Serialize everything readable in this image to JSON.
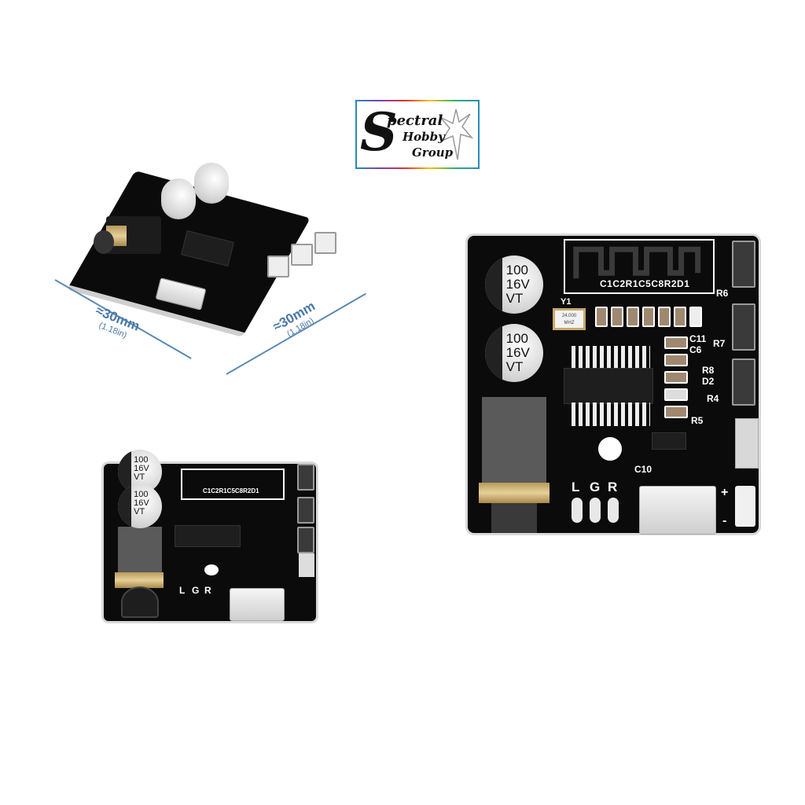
{
  "logo": {
    "initial": "S",
    "line1": "pectral",
    "line2": "Hobby",
    "line3": "Group",
    "border_colors": [
      "#2a8bb8",
      "#7a3fb0",
      "#e53030",
      "#f5c400",
      "#2fb36a"
    ]
  },
  "dimensions": {
    "width_label": "≈30mm",
    "width_sub": "(1.18in)",
    "depth_label": "≈30mm",
    "depth_sub": "(1.18in)",
    "line_color": "#5a8ab5"
  },
  "board": {
    "capacitor_1": {
      "value": "100",
      "voltage": "16V",
      "brand": "VT"
    },
    "capacitor_2": {
      "value": "100",
      "voltage": "16V",
      "brand": "VT"
    },
    "antenna_labels": "C1C2R1C5C8R2D1",
    "crystal": {
      "designator": "Y1",
      "freq": "24.000",
      "unit": "MHZ"
    },
    "designators": [
      "R6",
      "R7",
      "C11",
      "C6",
      "R8",
      "D2",
      "R4",
      "R5",
      "C10"
    ],
    "audio_pads": [
      "L",
      "G",
      "R"
    ],
    "power_pads": [
      "+",
      "-"
    ],
    "colors": {
      "pcb": "#0b0b0b",
      "silkscreen": "#ffffff"
    }
  }
}
